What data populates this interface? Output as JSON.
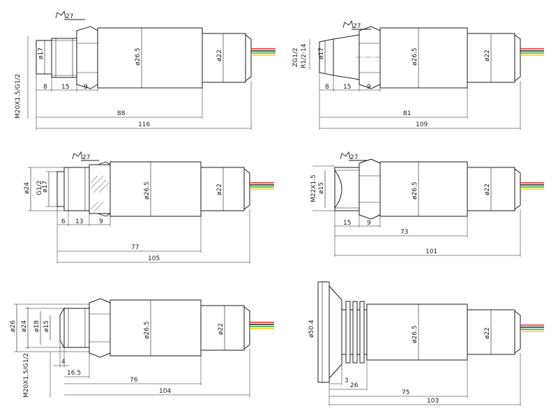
{
  "drawings": [
    {
      "id": "d1",
      "thread": "M20X1.5/G1/2",
      "hex": "27",
      "dims": {
        "d17": "ø17",
        "d265": "ø26.5",
        "d22": "ø22",
        "l8": "8",
        "l15": "15",
        "l9": "9",
        "total1": "88",
        "total2": "116"
      }
    },
    {
      "id": "d2",
      "thread": "ZG1/2",
      "thread2": "R1/2-14",
      "hex": "27",
      "dims": {
        "d17": "ø17",
        "d265": "ø26.5",
        "d22": "ø22",
        "l8": "8",
        "l15": "15",
        "l9": "9",
        "total1": "81",
        "total2": "109"
      }
    },
    {
      "id": "d3",
      "thread": "G1/2",
      "hex": "27",
      "dims": {
        "d24": "ø24",
        "d17": "ø17",
        "d265": "ø26.5",
        "d22": "ø22",
        "l6": "6",
        "l13": "13",
        "l9": "9",
        "total1": "77",
        "total2": "105"
      }
    },
    {
      "id": "d4",
      "thread": "M22X1.5",
      "hex": "27",
      "dims": {
        "d15": "ø15",
        "d265": "ø26.5",
        "d22": "ø22",
        "l15": "15",
        "l9": "9",
        "total1": "73",
        "total2": "101"
      }
    },
    {
      "id": "d5",
      "thread": "M20X1.5/G1/2",
      "dims": {
        "d26": "ø26",
        "d24": "ø24",
        "d18": "ø18",
        "d15": "ø15",
        "d265": "ø26.5",
        "d22": "ø22",
        "l4": "4",
        "l165": "16.5",
        "total1": "76",
        "total2": "104"
      }
    },
    {
      "id": "d6",
      "dims": {
        "d504": "ø50.4",
        "d265": "ø26.5",
        "d22": "ø22",
        "l3": "3",
        "l26": "26",
        "total1": "75",
        "total2": "103"
      }
    }
  ],
  "wire_colors": [
    "#e8231e",
    "#1a1a1a",
    "#2aa52a",
    "#f0d000"
  ]
}
